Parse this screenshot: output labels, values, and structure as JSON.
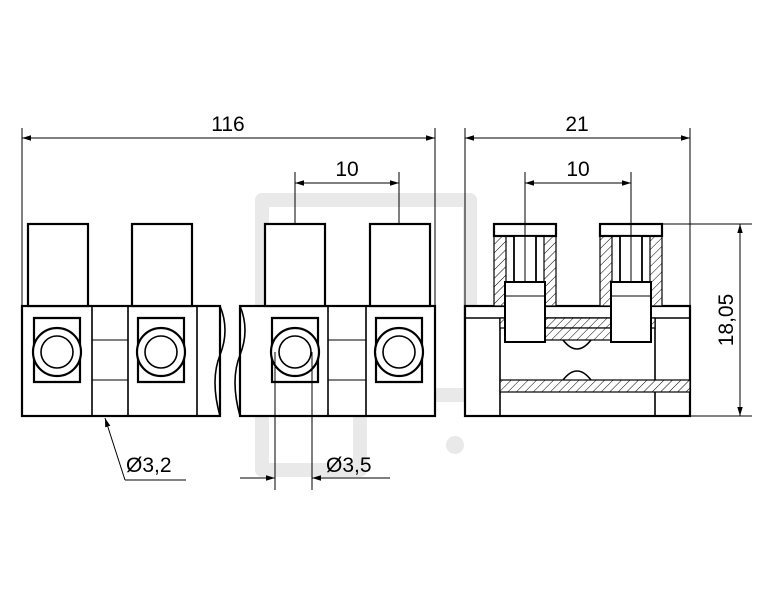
{
  "dimensions": {
    "overall_length": "116",
    "pitch_front": "10",
    "pitch_side": "10",
    "depth": "21",
    "height": "18,05",
    "hole_small": "Ø3,2",
    "hole_large": "Ø3,5"
  },
  "colors": {
    "line": "#000000",
    "background": "#ffffff",
    "watermark": "#e9e9e9"
  }
}
